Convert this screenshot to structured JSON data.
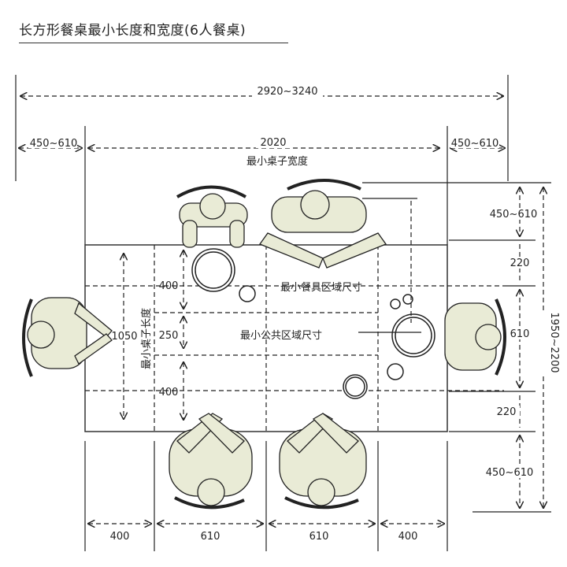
{
  "title": "长方形餐桌最小长度和宽度(6人餐桌)",
  "colors": {
    "figure_fill": "#e9ebd6",
    "line": "#222222"
  },
  "dimensions": {
    "overall_width": "2920~3240",
    "left_chair": "450~610",
    "table_width": "2020",
    "right_chair": "450~610",
    "table_width_label": "最小桌子宽度",
    "table_length": "1050",
    "table_length_label": "最小桌子长度",
    "zone_top": "400",
    "zone_middle": "250",
    "zone_bottom": "400",
    "tableware_zone_label": "最小餐具区域尺寸",
    "common_zone_label": "最小公共区域尺寸",
    "right_top_chair": "450~610",
    "right_top_edge": "220",
    "right_seat": "610",
    "right_bottom_edge": "220",
    "right_bottom_chair": "450~610",
    "overall_length": "1950~2200",
    "bottom": [
      "400",
      "610",
      "610",
      "400"
    ]
  }
}
